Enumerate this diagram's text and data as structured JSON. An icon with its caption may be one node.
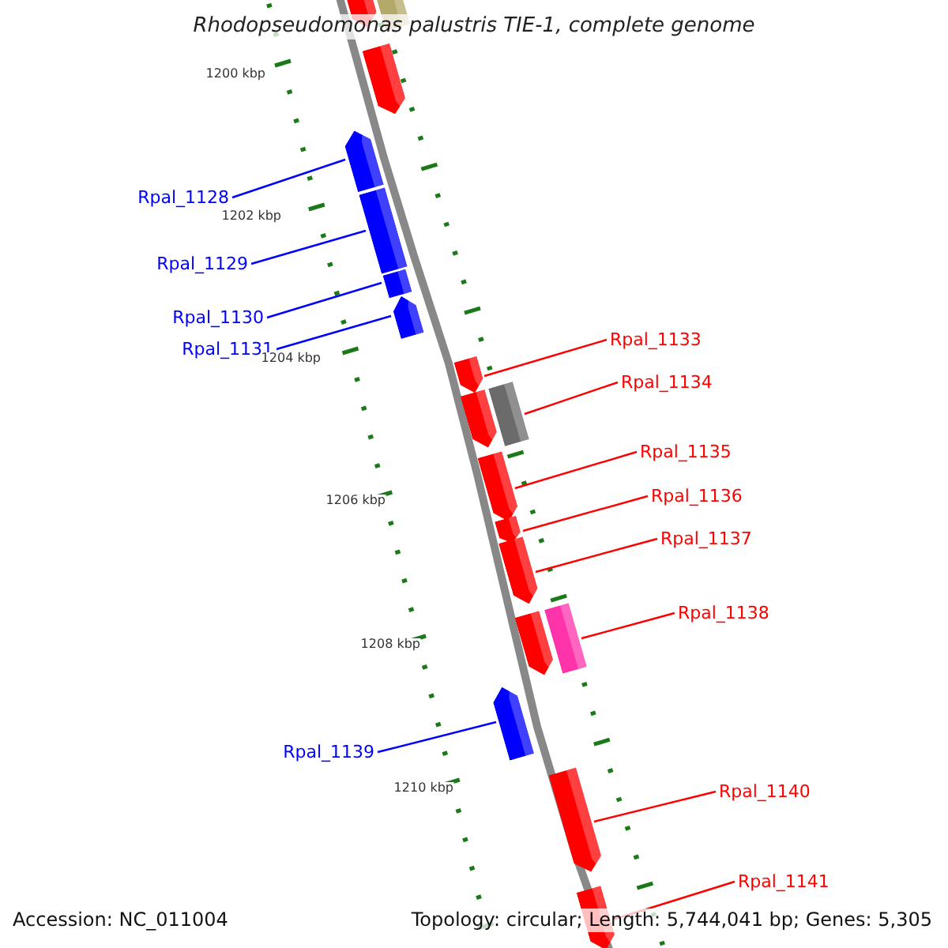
{
  "diagram": {
    "title": "Rhodopseudomonas palustris TIE-1, complete genome",
    "nodes": [
      {
        "text": [
          "Rpal_1128"
        ]
      },
      {
        "text": [
          "Rpal_1129"
        ]
      },
      {
        "text": [
          "Rpal_1130"
        ]
      },
      {
        "text": [
          "Rpal_1131"
        ]
      },
      {
        "text": [
          "Rpal_1133"
        ]
      },
      {
        "text": [
          "Rpal_1134"
        ]
      },
      {
        "text": [
          "Rpal_1135"
        ]
      },
      {
        "text": [
          "Rpal_1136"
        ]
      },
      {
        "text": [
          "Rpal_1137"
        ]
      },
      {
        "text": [
          "Rpal_1138"
        ]
      },
      {
        "text": [
          "Rpal_1139"
        ]
      },
      {
        "text": [
          "Rpal_1140"
        ]
      },
      {
        "text": [
          "Rpal_1141"
        ]
      },
      {
        "text": [],
        "shape": "pentagon"
      },
      {
        "text": [],
        "shape": "bar"
      },
      {
        "text": [],
        "shape": "pentagon"
      },
      {
        "text": [],
        "shape": "pentagon"
      },
      {
        "text": [],
        "shape": "bar"
      },
      {
        "text": [],
        "shape": "bar"
      },
      {
        "text": [],
        "shape": "pentagon"
      },
      {
        "text": [],
        "shape": "pentagon"
      },
      {
        "text": [],
        "shape": "pentagon"
      },
      {
        "text": [],
        "shape": "bar"
      },
      {
        "text": [],
        "shape": "pentagon"
      },
      {
        "text": [],
        "shape": "pentagon"
      },
      {
        "text": [],
        "shape": "pentagon"
      },
      {
        "text": [],
        "shape": "pentagon"
      },
      {
        "text": [],
        "shape": "bar"
      },
      {
        "text": [],
        "shape": "pentagon"
      },
      {
        "text": [],
        "shape": "pentagon"
      },
      {
        "text": [],
        "shape": "pentagon"
      }
    ],
    "edges": [
      {
        "from": 0,
        "to": 16,
        "arrow": "none",
        "color": "#0000ff"
      },
      {
        "from": 1,
        "to": 17,
        "arrow": "none",
        "color": "#0000ff"
      },
      {
        "from": 2,
        "to": 18,
        "arrow": "none",
        "color": "#0000ff"
      },
      {
        "from": 3,
        "to": 19,
        "arrow": "none",
        "color": "#0000ff"
      },
      {
        "from": 4,
        "to": 20,
        "arrow": "none"
      },
      {
        "from": 5,
        "to": 22,
        "arrow": "none"
      },
      {
        "from": 6,
        "to": 23,
        "arrow": "none"
      },
      {
        "from": 7,
        "to": 24,
        "arrow": "none"
      },
      {
        "from": 8,
        "to": 25,
        "arrow": "none"
      },
      {
        "from": 9,
        "to": 27,
        "arrow": "none"
      },
      {
        "from": 10,
        "to": 28,
        "arrow": "none",
        "color": "#0000ff"
      },
      {
        "from": 11,
        "to": 29,
        "arrow": "none"
      },
      {
        "from": 12,
        "to": 30,
        "arrow": "none"
      }
    ],
    "labels": [
      "1200 kbp",
      "1202 kbp",
      "1204 kbp",
      "1206 kbp",
      "1208 kbp",
      "1210 kbp",
      "Accession: NC_011004",
      "Topology: circular; Length: 5,744,041 bp; Genes: 5,305"
    ]
  }
}
